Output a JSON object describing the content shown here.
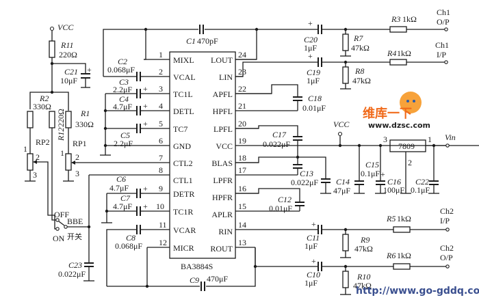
{
  "ic": {
    "name": "BA3884S",
    "left_pins": [
      {
        "num": "1",
        "label": "MIXL"
      },
      {
        "num": "2",
        "label": "VCAL"
      },
      {
        "num": "3",
        "label": "TC1L"
      },
      {
        "num": "4",
        "label": "DETL"
      },
      {
        "num": "5",
        "label": "TC7"
      },
      {
        "num": "6",
        "label": "GND"
      },
      {
        "num": "7",
        "label": "CTL2"
      },
      {
        "num": "8",
        "label": "CTL1"
      },
      {
        "num": "9",
        "label": "DETR"
      },
      {
        "num": "10",
        "label": "TC1R"
      },
      {
        "num": "11",
        "label": "VCAR"
      },
      {
        "num": "12",
        "label": "MICR"
      }
    ],
    "right_pins": [
      {
        "num": "24",
        "label": "LOUT"
      },
      {
        "num": "23",
        "label": "LIN"
      },
      {
        "num": "22",
        "label": "APFL"
      },
      {
        "num": "21",
        "label": "HPFL"
      },
      {
        "num": "20",
        "label": "LPFL"
      },
      {
        "num": "19",
        "label": "VCC"
      },
      {
        "num": "18",
        "label": "BLAS"
      },
      {
        "num": "17",
        "label": ""
      },
      {
        "num": "16",
        "label": "LPFR"
      },
      {
        "num": "15",
        "label": "HPFR"
      },
      {
        "num": "14",
        "label": "APLR"
      },
      {
        "num": "13",
        "label": "RIN"
      },
      {
        "num": "",
        "label": "ROUT"
      }
    ]
  },
  "regulator": {
    "name": "7809",
    "pin_in": "1",
    "pin_gnd": "2",
    "pin_out": "3",
    "input_label": "Vin"
  },
  "supply": {
    "vcc_label": "VCC"
  },
  "components": {
    "C1": {
      "ref": "C1",
      "value": "470pF"
    },
    "C2": {
      "ref": "C2",
      "value": "0.068μF"
    },
    "C3": {
      "ref": "C3",
      "value": "2.2μF"
    },
    "C4": {
      "ref": "C4",
      "value": "4.7μF"
    },
    "C5": {
      "ref": "C5",
      "value": "2.2μF"
    },
    "C6": {
      "ref": "C6",
      "value": "4.7μF"
    },
    "C7": {
      "ref": "C7",
      "value": "4.7μF"
    },
    "C8": {
      "ref": "C8",
      "value": "0.068μF"
    },
    "C9": {
      "ref": "C9",
      "value": "470μF"
    },
    "C10": {
      "ref": "C10",
      "value": "1μF"
    },
    "C11": {
      "ref": "C11",
      "value": "1μF"
    },
    "C12": {
      "ref": "C12",
      "value": "0.01μF"
    },
    "C13": {
      "ref": "C13",
      "value": "0.022μF"
    },
    "C14": {
      "ref": "C14",
      "value": "47μF"
    },
    "C15": {
      "ref": "C15",
      "value": "0.1μF"
    },
    "C16": {
      "ref": "C16",
      "value": "100μF"
    },
    "C17": {
      "ref": "C17",
      "value": "0.022μF"
    },
    "C18": {
      "ref": "C18",
      "value": "0.01μF"
    },
    "C19": {
      "ref": "C19",
      "value": "1μF"
    },
    "C20": {
      "ref": "C20",
      "value": "1μF"
    },
    "C21": {
      "ref": "C21",
      "value": "10μF"
    },
    "C22": {
      "ref": "C22",
      "value": "0.1μF"
    },
    "C23": {
      "ref": "C23",
      "value": "0.022μF"
    },
    "R1": {
      "ref": "R1",
      "value": "330Ω"
    },
    "R2": {
      "ref": "R2",
      "value": "330Ω"
    },
    "R3": {
      "ref": "R3",
      "value": "1kΩ"
    },
    "R4": {
      "ref": "R4",
      "value": "1kΩ"
    },
    "R5": {
      "ref": "R5",
      "value": "1kΩ"
    },
    "R6": {
      "ref": "R6",
      "value": "1kΩ"
    },
    "R7": {
      "ref": "R7",
      "value": "47kΩ"
    },
    "R8": {
      "ref": "R8",
      "value": "47kΩ"
    },
    "R9": {
      "ref": "R9",
      "value": "47kΩ"
    },
    "R10": {
      "ref": "R10",
      "value": "47kΩ"
    },
    "R11": {
      "ref": "R11",
      "value": "220Ω"
    },
    "R12": {
      "ref": "R12",
      "value": "220Ω"
    },
    "RP1": {
      "ref": "RP1",
      "pins": [
        "1",
        "2",
        "3"
      ]
    },
    "RP2": {
      "ref": "RP2",
      "pins": [
        "1",
        "2",
        "3"
      ]
    }
  },
  "switch": {
    "name": "BBE",
    "label_cn": "开关",
    "off": "OFF",
    "on": "ON"
  },
  "connectors": {
    "ch1_out": {
      "line1": "Ch1",
      "line2": "O/P"
    },
    "ch1_in": {
      "line1": "Ch1",
      "line2": "I/P"
    },
    "ch2_in": {
      "line1": "Ch2",
      "line2": "I/P"
    },
    "ch2_out": {
      "line1": "Ch2",
      "line2": "O/P"
    }
  },
  "watermarks": {
    "dzsc_cn": "维库一下",
    "dzsc_url": "www.dzsc.com",
    "gddq_url": "http://www.go-gddq.com"
  }
}
